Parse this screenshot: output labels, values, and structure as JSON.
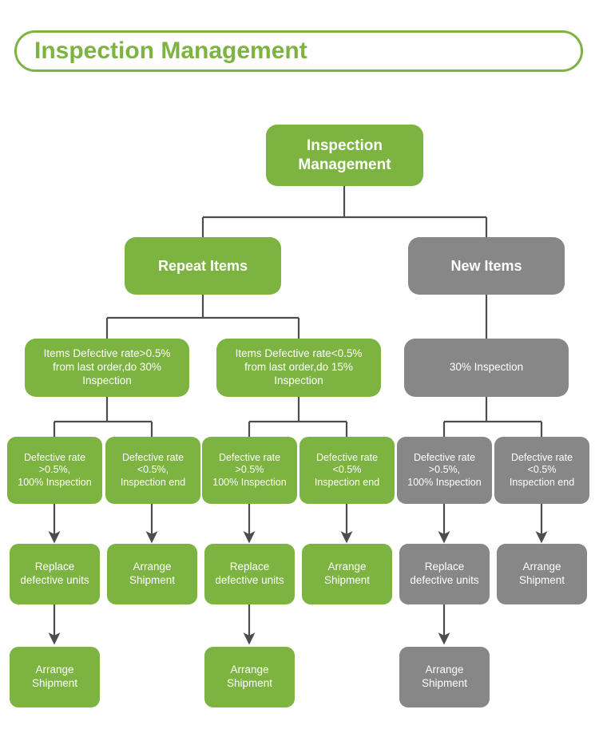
{
  "header": {
    "title": "Inspection Management",
    "border_color": "#7DB441",
    "text_color": "#7DB441"
  },
  "palette": {
    "green": "#7DB441",
    "gray": "#878787",
    "connector": "#4D4D4D",
    "node_text": "#FFFFFF",
    "background": "#FFFFFF"
  },
  "diagram": {
    "type": "flowchart-tree",
    "root": {
      "label": "Inspection\nManagement",
      "color": "green"
    },
    "level1": [
      {
        "label": "Repeat Items",
        "color": "green"
      },
      {
        "label": "New Items",
        "color": "gray"
      }
    ],
    "level2": [
      {
        "label": "Items Defective rate>0.5%\nfrom last order,do 30%\nInspection",
        "color": "green"
      },
      {
        "label": "Items Defective rate<0.5%\nfrom last order,do 15%\nInspection",
        "color": "green"
      },
      {
        "label": "30% Inspection",
        "color": "gray"
      }
    ],
    "level3": [
      {
        "label": "Defective rate\n>0.5%,\n100% Inspection",
        "color": "green"
      },
      {
        "label": "Defective rate\n<0.5%,\nInspection end",
        "color": "green"
      },
      {
        "label": "Defective rate\n>0.5%\n100% Inspection",
        "color": "green"
      },
      {
        "label": "Defective rate\n<0.5%\nInspection end",
        "color": "green"
      },
      {
        "label": "Defective rate\n>0.5%,\n100% Inspection",
        "color": "gray"
      },
      {
        "label": "Defective rate\n<0.5%\nInspection end",
        "color": "gray"
      }
    ],
    "level4": [
      {
        "label": "Replace\ndefective units",
        "color": "green"
      },
      {
        "label": "Arrange\nShipment",
        "color": "green"
      },
      {
        "label": "Replace\ndefective units",
        "color": "green"
      },
      {
        "label": "Arrange\nShipment",
        "color": "green"
      },
      {
        "label": "Replace\ndefective units",
        "color": "gray"
      },
      {
        "label": "Arrange\nShipment",
        "color": "gray"
      }
    ],
    "level5": [
      {
        "label": "Arrange\nShipment",
        "color": "green"
      },
      {
        "label": "Arrange\nShipment",
        "color": "green"
      },
      {
        "label": "Arrange\nShipment",
        "color": "gray"
      }
    ]
  }
}
